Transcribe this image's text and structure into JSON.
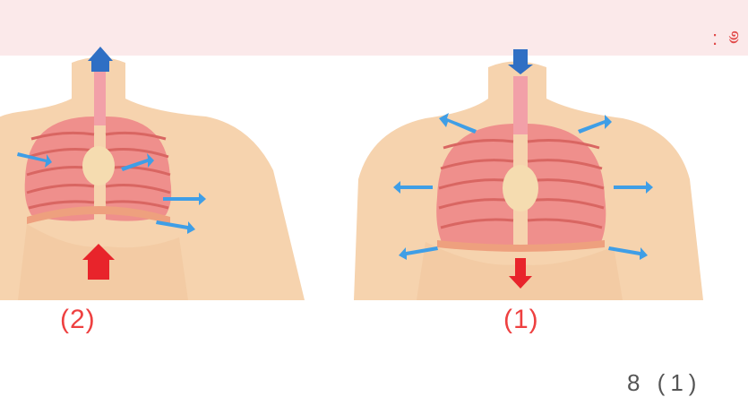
{
  "header": {
    "text": ": ༅"
  },
  "figures": [
    {
      "id": "2",
      "caption": "(2)",
      "phase": "exhale"
    },
    {
      "id": "1",
      "caption": "(1)",
      "phase": "inhale"
    }
  ],
  "colors": {
    "skin": "#f6d3ae",
    "skin_shadow": "#efc39a",
    "lung": "#ef8f8c",
    "lung_rib": "#d96662",
    "trachea": "#f2a0a8",
    "heart": "#f5dcb0",
    "diaphragm": "#eea07e",
    "blue_arrow": "#3f9ee6",
    "trachea_arrow": "#2f6fc4",
    "red_arrow": "#e8242b",
    "caption": "#ee4040",
    "header_bg": "#fbe9ea"
  },
  "footer": {
    "text": "8 (1)"
  }
}
